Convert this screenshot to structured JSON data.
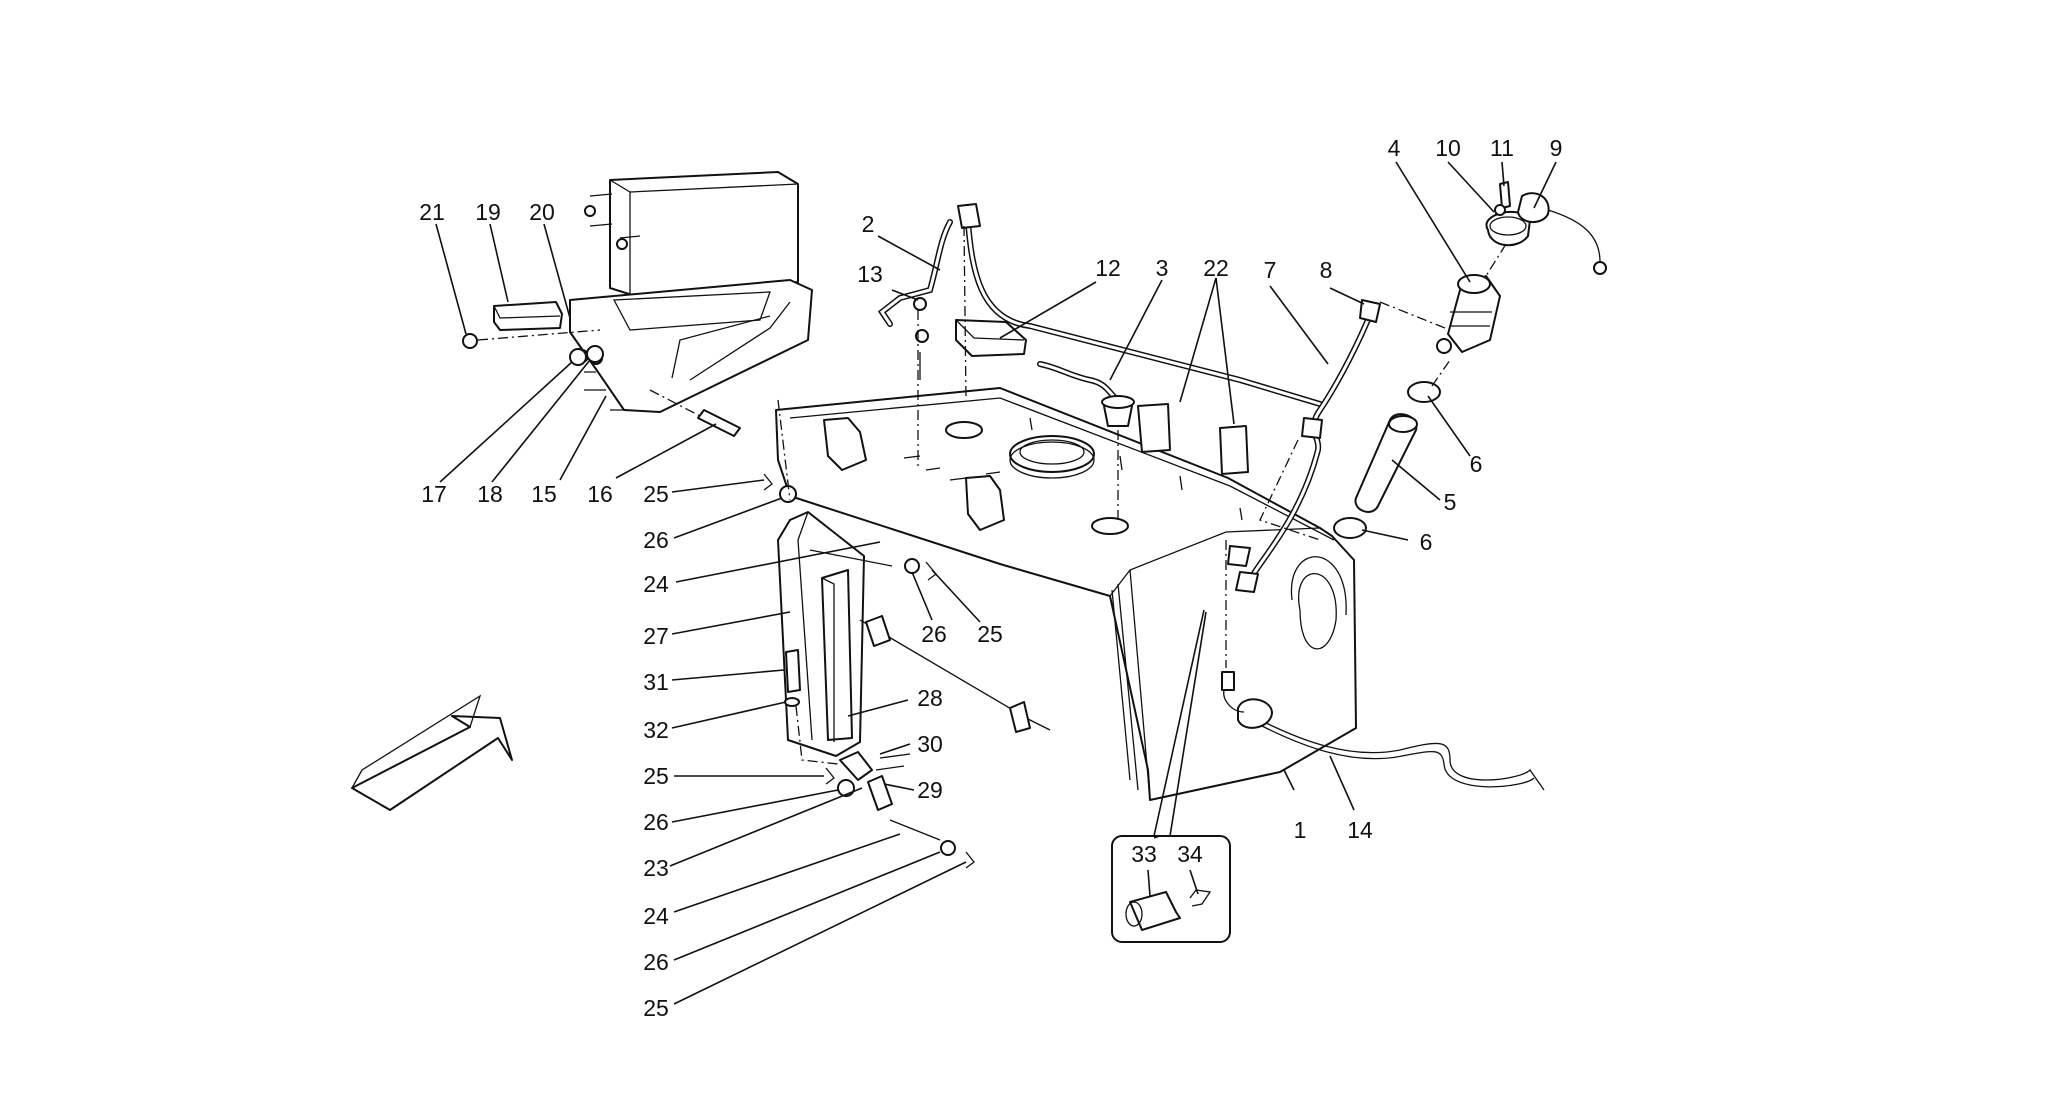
{
  "callouts": [
    {
      "id": "c1",
      "text": "1"
    },
    {
      "id": "c2",
      "text": "2"
    },
    {
      "id": "c3",
      "text": "3"
    },
    {
      "id": "c4",
      "text": "4"
    },
    {
      "id": "c5",
      "text": "5"
    },
    {
      "id": "c6a",
      "text": "6"
    },
    {
      "id": "c6b",
      "text": "6"
    },
    {
      "id": "c7",
      "text": "7"
    },
    {
      "id": "c8",
      "text": "8"
    },
    {
      "id": "c9",
      "text": "9"
    },
    {
      "id": "c10",
      "text": "10"
    },
    {
      "id": "c11",
      "text": "11"
    },
    {
      "id": "c12",
      "text": "12"
    },
    {
      "id": "c13",
      "text": "13"
    },
    {
      "id": "c14",
      "text": "14"
    },
    {
      "id": "c15",
      "text": "15"
    },
    {
      "id": "c16",
      "text": "16"
    },
    {
      "id": "c17",
      "text": "17"
    },
    {
      "id": "c18",
      "text": "18"
    },
    {
      "id": "c19",
      "text": "19"
    },
    {
      "id": "c20",
      "text": "20"
    },
    {
      "id": "c21",
      "text": "21"
    },
    {
      "id": "c22",
      "text": "22"
    },
    {
      "id": "c23",
      "text": "23"
    },
    {
      "id": "c24a",
      "text": "24"
    },
    {
      "id": "c24b",
      "text": "24"
    },
    {
      "id": "c25a",
      "text": "25"
    },
    {
      "id": "c25b",
      "text": "25"
    },
    {
      "id": "c25c",
      "text": "25"
    },
    {
      "id": "c25d",
      "text": "25"
    },
    {
      "id": "c26a",
      "text": "26"
    },
    {
      "id": "c26b",
      "text": "26"
    },
    {
      "id": "c26c",
      "text": "26"
    },
    {
      "id": "c26d",
      "text": "26"
    },
    {
      "id": "c27",
      "text": "27"
    },
    {
      "id": "c28",
      "text": "28"
    },
    {
      "id": "c29",
      "text": "29"
    },
    {
      "id": "c30",
      "text": "30"
    },
    {
      "id": "c31",
      "text": "31"
    },
    {
      "id": "c32",
      "text": "32"
    },
    {
      "id": "c33",
      "text": "33"
    },
    {
      "id": "c34",
      "text": "34"
    }
  ]
}
